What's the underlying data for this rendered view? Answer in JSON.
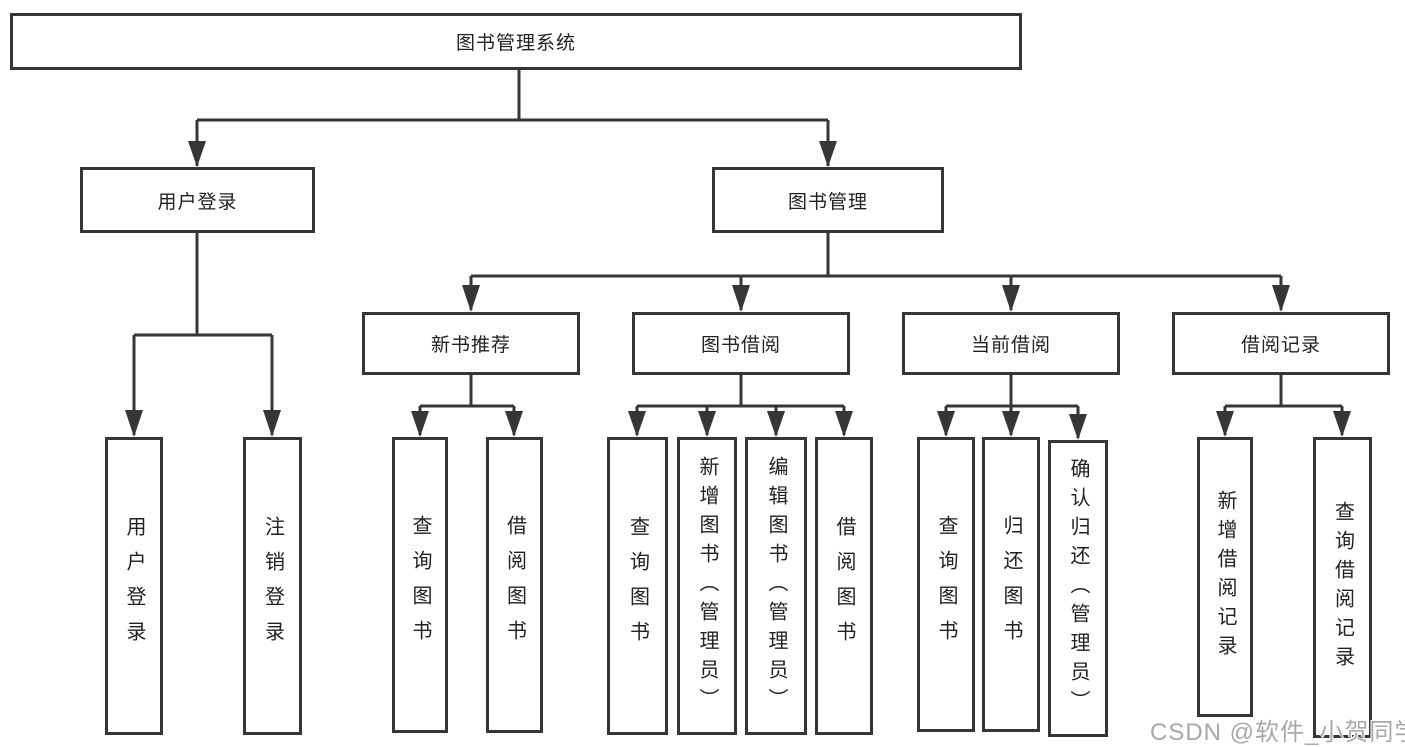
{
  "diagram_title": "图书管理系统",
  "nodes": {
    "root": "图书管理系统",
    "user_login": "用户登录",
    "book_mgmt": "图书管理",
    "new_book_rec": "新书推荐",
    "book_borrow": "图书借阅",
    "current_borrow": "当前借阅",
    "borrow_records": "借阅记录",
    "leaf_user_login": "用户登录",
    "leaf_logout": "注销登录",
    "leaf_query_books_a": "查询图书",
    "leaf_borrow_books_a": "借阅图书",
    "leaf_query_books_b": "查询图书",
    "leaf_add_book_admin": "新增图书（管理员）",
    "leaf_edit_book_admin": "编辑图书（管理员）",
    "leaf_borrow_books_b": "借阅图书",
    "leaf_query_books_c": "查询图书",
    "leaf_return_book": "归还图书",
    "leaf_confirm_return_admin": "确认归还（管理员）",
    "leaf_add_borrow_record": "新增借阅记录",
    "leaf_query_borrow_record": "查询借阅记录"
  },
  "hierarchy": {
    "图书管理系统": {
      "用户登录": [
        "用户登录",
        "注销登录"
      ],
      "图书管理": {
        "新书推荐": [
          "查询图书",
          "借阅图书"
        ],
        "图书借阅": [
          "查询图书",
          "新增图书（管理员）",
          "编辑图书（管理员）",
          "借阅图书"
        ],
        "当前借阅": [
          "查询图书",
          "归还图书",
          "确认归还（管理员）"
        ],
        "借阅记录": [
          "新增借阅记录",
          "查询借阅记录"
        ]
      }
    }
  },
  "watermark": "CSDN @软件_小贺同学",
  "colors": {
    "line": "#363636",
    "box_border": "#363636",
    "text": "#222222",
    "background": "#ffffff",
    "watermark": "#a8a8a8"
  }
}
